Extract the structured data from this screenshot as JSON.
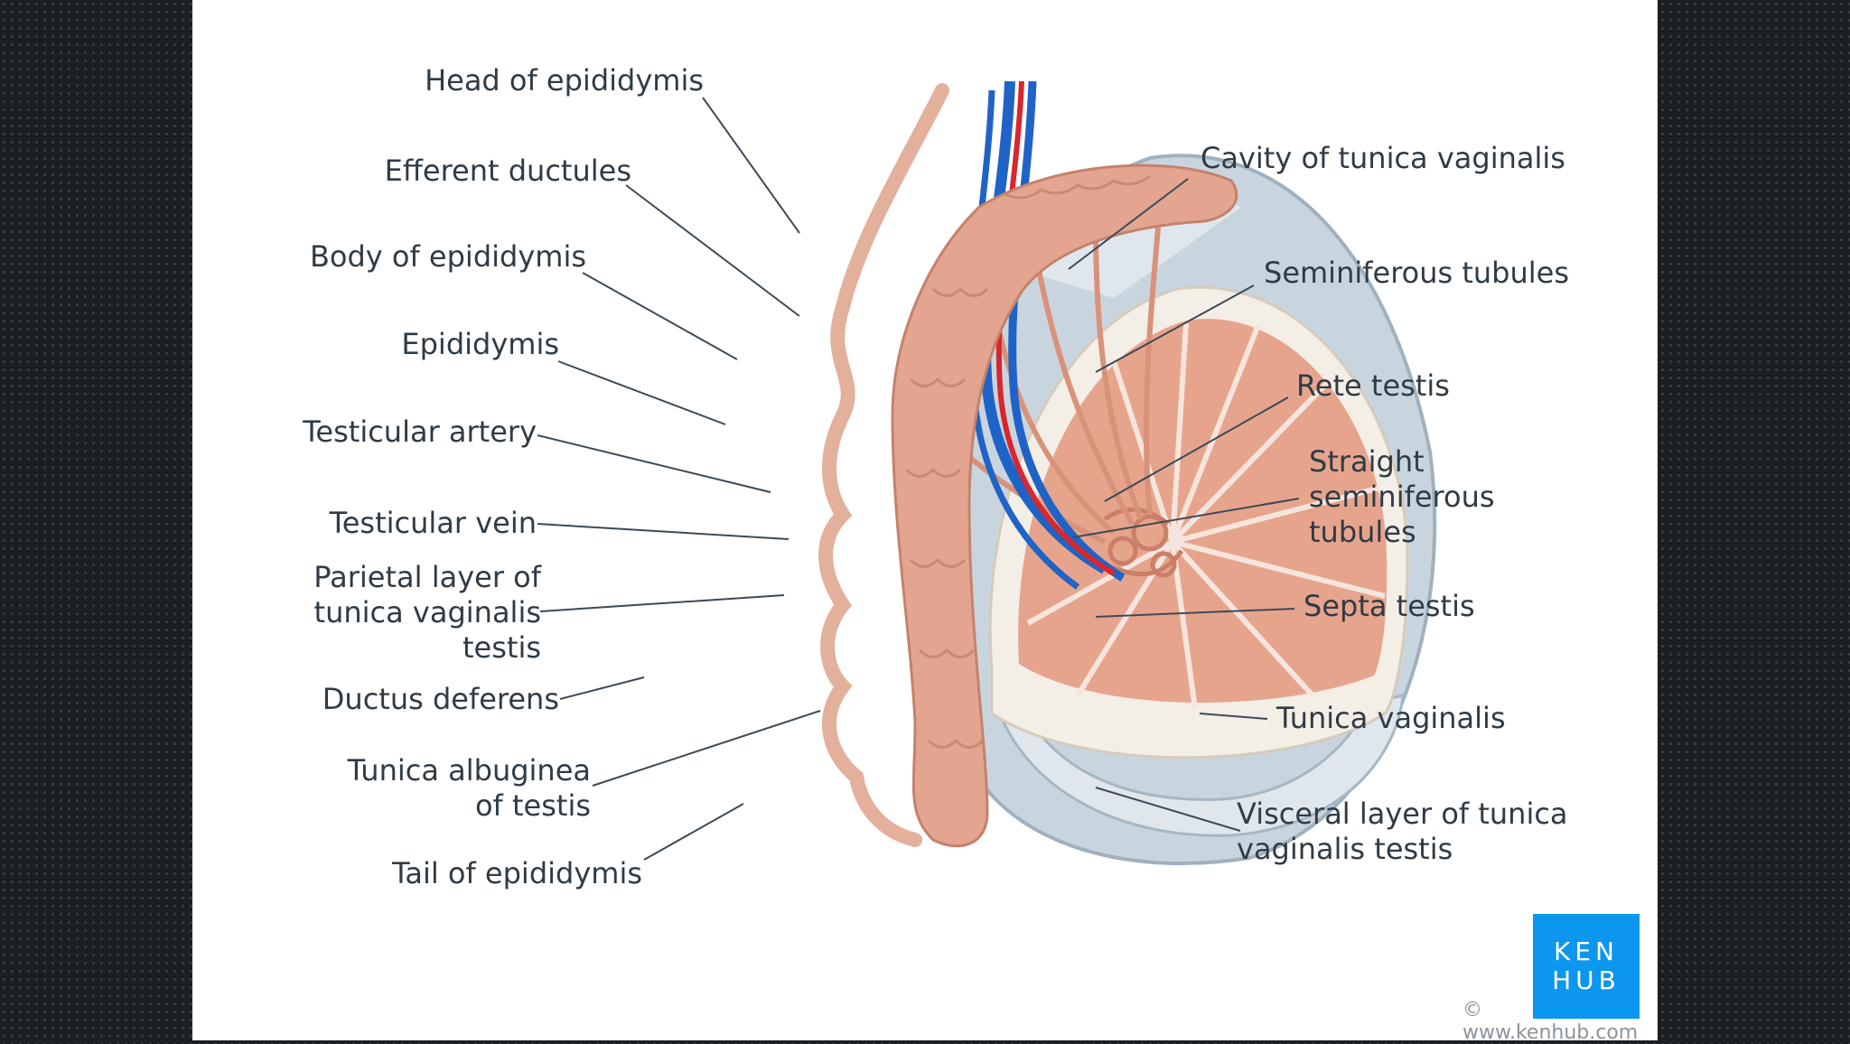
{
  "labels_left": {
    "head_of_epididymis": "Head of epididymis",
    "efferent_ductules": "Efferent ductules",
    "body_of_epididymis": "Body of epididymis",
    "epididymis": "Epididymis",
    "testicular_artery": "Testicular artery",
    "testicular_vein": "Testicular vein",
    "parietal_layer": "Parietal layer of\ntunica vaginalis\ntestis",
    "ductus_deferens": "Ductus deferens",
    "tunica_albuginea": "Tunica albuginea\nof testis",
    "tail_of_epididymis": "Tail of epididymis"
  },
  "labels_right": {
    "cavity_of_tunica_vaginalis": "Cavity of tunica vaginalis",
    "seminiferous_tubules": "Seminiferous tubules",
    "rete_testis": "Rete testis",
    "straight_seminiferous_tubules": "Straight\nseminiferous\ntubules",
    "septa_testis": "Septa testis",
    "tunica_vaginalis": "Tunica vaginalis",
    "visceral_layer": "Visceral layer of tunica\nvaginalis testis"
  },
  "logo": {
    "line1": "KEN",
    "line2": "HUB"
  },
  "copyright": "© www.kenhub.com",
  "colors": {
    "leader_lines": "#3d4a55",
    "tissue": "#e7a48d",
    "tissue_dark": "#c97f68",
    "tunica": "#c9d5de",
    "albuginea": "#f3eee6",
    "artery": "#d9262e",
    "vein": "#1f63c6",
    "logo_bg": "#0b97ee"
  }
}
